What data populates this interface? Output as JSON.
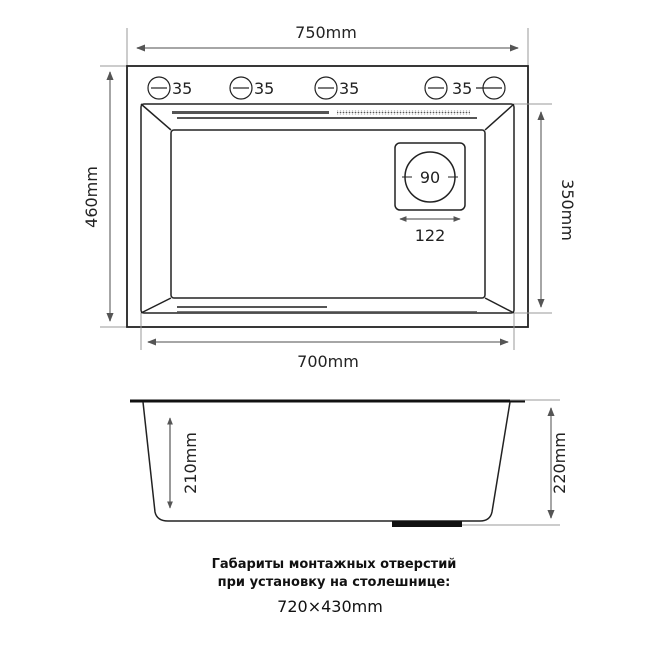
{
  "top_view": {
    "width_label": "750mm",
    "depth_label": "460mm",
    "bowl_width_label": "700mm",
    "bowl_depth_label": "350mm",
    "hole_labels": [
      "35",
      "35",
      "35",
      "35"
    ],
    "drain_diameter_label": "90",
    "drain_offset_label": "122"
  },
  "side_view": {
    "bowl_depth_label": "210mm",
    "total_height_label": "220mm"
  },
  "note": {
    "line1": "Габариты монтажных отверстий",
    "line2": "при установку на столешнице:",
    "cutout": "720×430mm"
  }
}
